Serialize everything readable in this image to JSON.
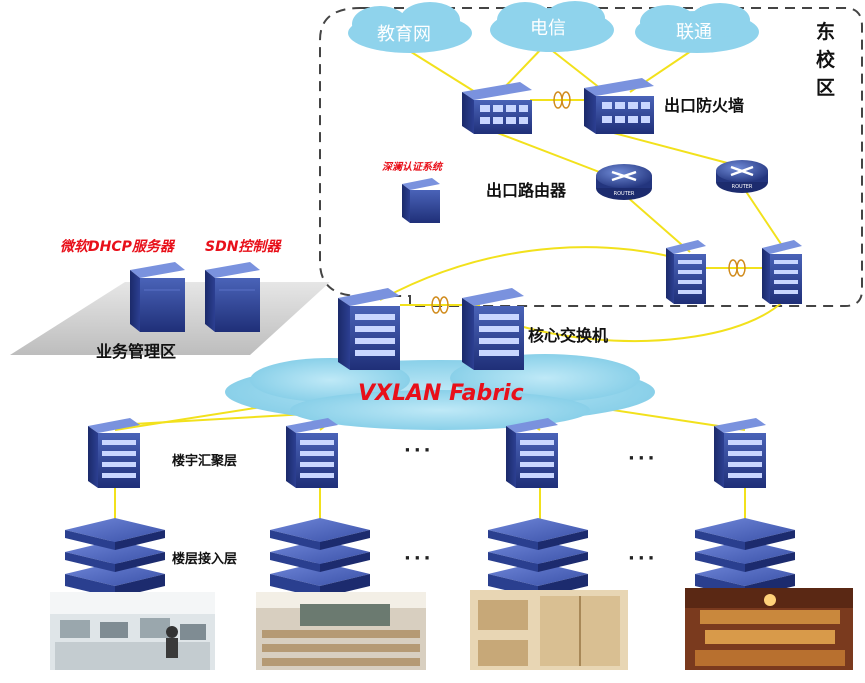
{
  "clouds": [
    "教育网",
    "电信",
    "联通"
  ],
  "campus_label": "东\n校\n区",
  "firewall_label": "出口防火墙",
  "router_label": "出口路由器",
  "router_badge": "ROUTER",
  "auth_label": "深澜认证系统",
  "dhcp_label": "微软DHCP服务器",
  "sdn_label": "SDN控制器",
  "business_zone_label": "业务管理区",
  "core_switch_label": "核心交换机",
  "fabric_label": "VXLAN Fabric",
  "aggregation_label": "楼宇汇聚层",
  "access_label": "楼层接入层",
  "ellipsis": "···",
  "colors": {
    "device_blue": "#2a3f8f",
    "link_yellow": "#f2e11c",
    "cloud_fill": "#8fd3ec",
    "title_red": "#e8101a",
    "dashed_border": "#444444"
  }
}
